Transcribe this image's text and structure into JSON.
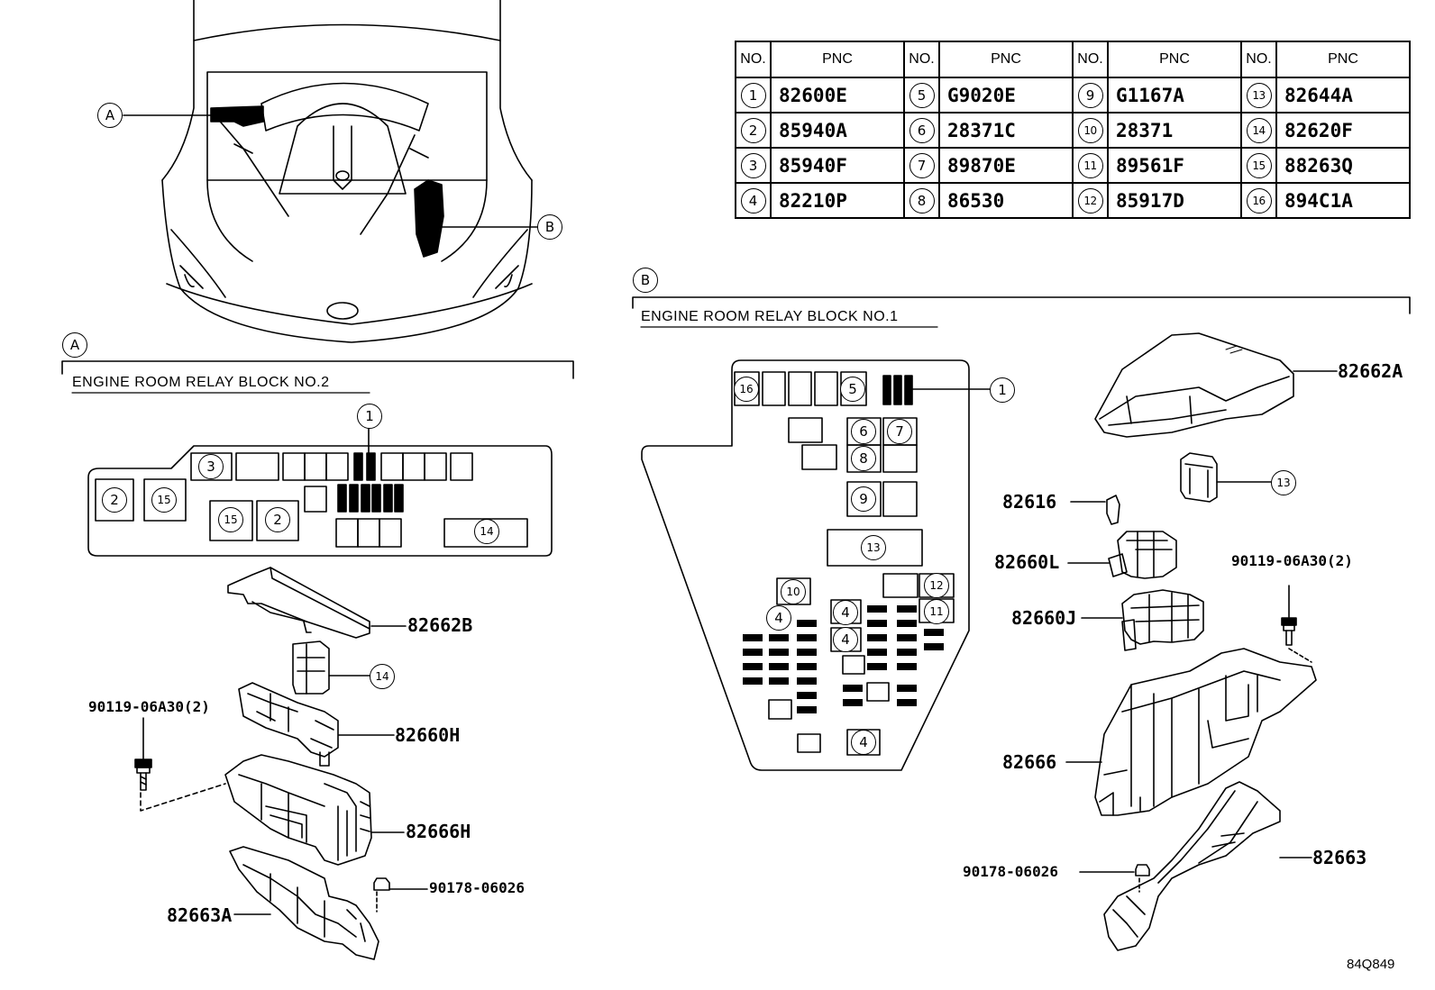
{
  "table": {
    "header": {
      "no": "NO.",
      "pnc": "PNC"
    },
    "rows": [
      [
        {
          "no": "1",
          "pnc": "82600E"
        },
        {
          "no": "5",
          "pnc": "G9020E"
        },
        {
          "no": "9",
          "pnc": "G1167A"
        },
        {
          "no": "13",
          "pnc": "82644A"
        }
      ],
      [
        {
          "no": "2",
          "pnc": "85940A"
        },
        {
          "no": "6",
          "pnc": "28371C"
        },
        {
          "no": "10",
          "pnc": "28371"
        },
        {
          "no": "14",
          "pnc": "82620F"
        }
      ],
      [
        {
          "no": "3",
          "pnc": "85940F"
        },
        {
          "no": "7",
          "pnc": "89870E"
        },
        {
          "no": "11",
          "pnc": "89561F"
        },
        {
          "no": "15",
          "pnc": "88263Q"
        }
      ],
      [
        {
          "no": "4",
          "pnc": "82210P"
        },
        {
          "no": "8",
          "pnc": "86530"
        },
        {
          "no": "12",
          "pnc": "85917D"
        },
        {
          "no": "16",
          "pnc": "894C1A"
        }
      ]
    ]
  },
  "locator": {
    "a": "A",
    "b": "B"
  },
  "section_a": {
    "marker": "A",
    "title": "ENGINE ROOM RELAY BLOCK NO.2",
    "block_callouts": [
      "1",
      "3",
      "2",
      "15",
      "15",
      "2",
      "14"
    ],
    "parts": {
      "cover": "82662B",
      "item14": "14",
      "block": "82660H",
      "bolt": "90119-06A30(2)",
      "housing": "82666H",
      "nut": "90178-06026",
      "bracket": "82663A"
    }
  },
  "section_b": {
    "marker": "B",
    "title": "ENGINE ROOM RELAY BLOCK NO.1",
    "block_callouts": [
      "16",
      "5",
      "1",
      "6",
      "7",
      "8",
      "9",
      "13",
      "10",
      "12",
      "4",
      "4",
      "11",
      "4",
      "4"
    ],
    "parts": {
      "cover": "82662A",
      "item13": "13",
      "clip": "82616",
      "block_l": "82660L",
      "bolt": "90119-06A30(2)",
      "block_j": "82660J",
      "housing": "82666",
      "bracket": "82663",
      "nut": "90178-06026"
    }
  },
  "image_id": "84Q849"
}
